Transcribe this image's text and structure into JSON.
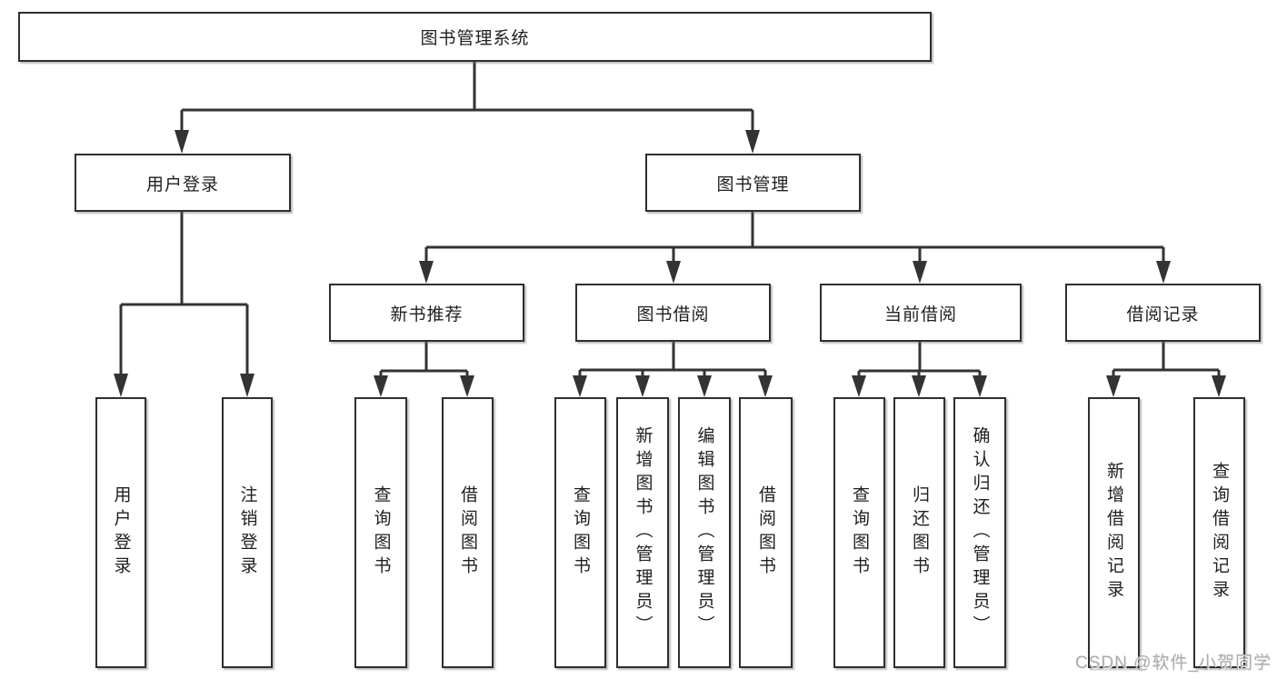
{
  "diagram": {
    "root": {
      "label": "图书管理系统"
    },
    "level2": [
      {
        "label": "用户登录"
      },
      {
        "label": "图书管理"
      }
    ],
    "level3": [
      {
        "label": "新书推荐"
      },
      {
        "label": "图书借阅"
      },
      {
        "label": "当前借阅"
      },
      {
        "label": "借阅记录"
      }
    ],
    "leaves": [
      {
        "label": "用户登录"
      },
      {
        "label": "注销登录"
      },
      {
        "label": "查询图书"
      },
      {
        "label": "借阅图书"
      },
      {
        "label": "查询图书"
      },
      {
        "label": "新增图书（管理员）"
      },
      {
        "label": "编辑图书（管理员）"
      },
      {
        "label": "借阅图书"
      },
      {
        "label": "查询图书"
      },
      {
        "label": "归还图书"
      },
      {
        "label": "确认归还（管理员）"
      },
      {
        "label": "新增借阅记录"
      },
      {
        "label": "查询借阅记录"
      }
    ]
  },
  "watermark": {
    "text": "CSDN @软件_小贺同学"
  },
  "colors": {
    "background": "#ffffff",
    "box_fill": "#ffffff",
    "box_border": "#2f2f2f",
    "connector": "#333333",
    "text": "#1f1f1f",
    "watermark": "#ababab"
  }
}
